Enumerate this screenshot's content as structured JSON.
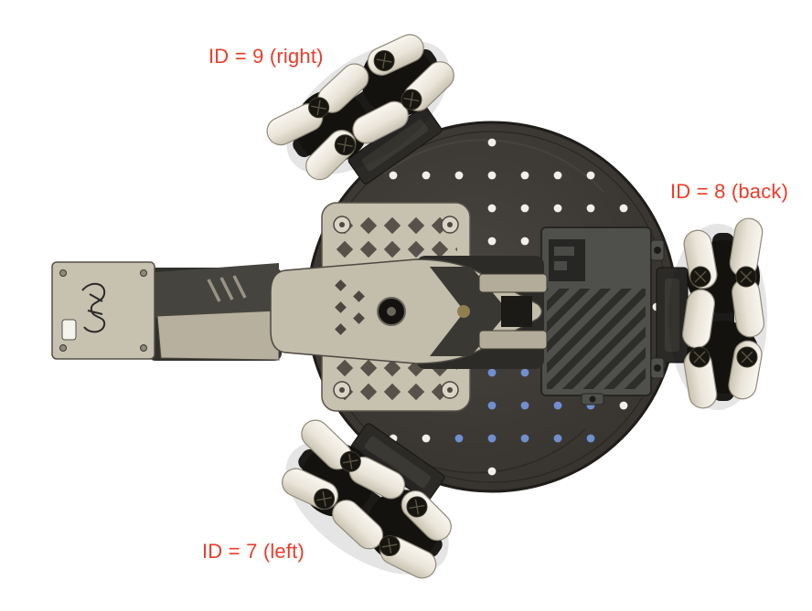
{
  "page": {
    "background_color": "#ffffff"
  },
  "annotations": {
    "label_color": "#ed3b27",
    "items": [
      {
        "id": "wheel-9",
        "text": "ID = 9 (right)"
      },
      {
        "id": "wheel-8",
        "text": "ID = 8 (back)"
      },
      {
        "id": "wheel-7",
        "text": "ID = 7 (left)"
      }
    ]
  },
  "illustration": {
    "base_plate_color": "#38342f",
    "body_color": "#c7c1b0",
    "roller_color": "#ece7da",
    "dot_color": "#f2efe8",
    "accent_dot_color": "#6f8fd0",
    "enclosure_color": "#4f4f4c"
  }
}
